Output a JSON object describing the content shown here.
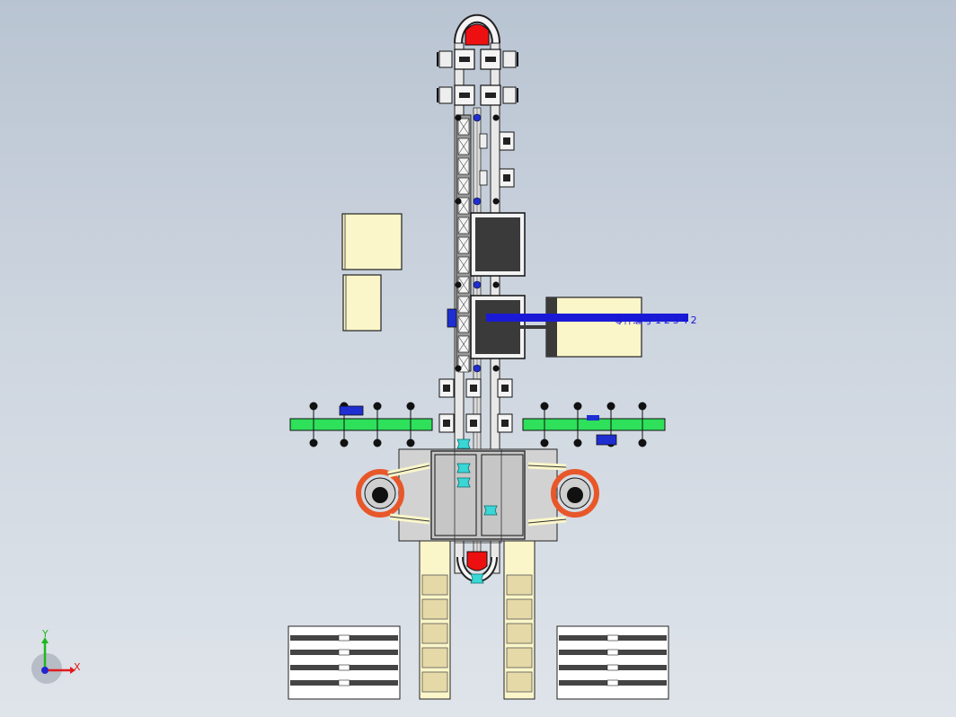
{
  "model": {
    "annotation_text": "零件编号 1 2 3 4 2"
  },
  "view_triad": {
    "x_label": "X",
    "y_label": "Y",
    "x_color": "#e01b1b",
    "y_color": "#1fb81f",
    "z_color": "#2323d0"
  },
  "colors": {
    "background_top": "#b9c4d2",
    "background_bottom": "#dfe4ea",
    "conveyor_frame": "#f2f2f2",
    "cream_panel": "#fbf6c9",
    "dark_machine": "#3a3a3a",
    "green_belt": "#2ee05a",
    "blue_motor": "#1e2ed1",
    "red_end_cap": "#ee1010",
    "robot_base": "#c8c8c8",
    "robot_orange": "#e8572a",
    "cyan_product": "#3ad7d7",
    "carton": "#e6d9a8"
  }
}
